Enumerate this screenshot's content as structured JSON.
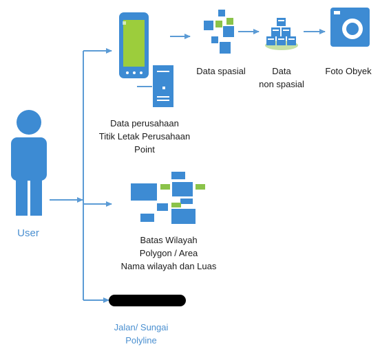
{
  "user": {
    "label": "User"
  },
  "nodes": {
    "company": {
      "text": "Data perusahaan\nTitik Letak Perusahaan\nPoint"
    },
    "spatial": {
      "text": "Data spasial"
    },
    "nonspatial": {
      "text": "Data\nnon spasial"
    },
    "photo": {
      "text": "Foto Obyek"
    },
    "region": {
      "text": "Batas Wilayah\nPolygon / Area\nNama wilayah dan Luas"
    },
    "road": {
      "text": "Jalan/ Sungai\nPolyline"
    }
  },
  "colors": {
    "primary_blue": "#3d8bd3",
    "accent_green": "#8bc34a",
    "line_blue": "#5b9bd5",
    "user_blue": "#4a8fd0",
    "polyline_black": "#000000"
  }
}
